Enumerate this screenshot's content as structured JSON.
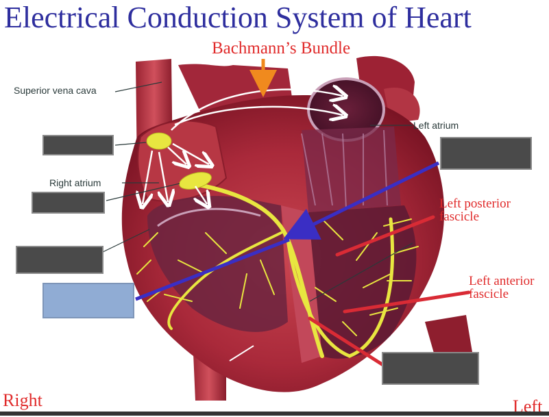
{
  "title": "Electrical Conduction System of Heart",
  "labels": {
    "bachmann": "Bachmann’s Bundle",
    "superior_vena_cava": "Superior vena cava",
    "left_atrium": "Left atrium",
    "right_atrium": "Right atrium",
    "left_posterior_fascicle_line1": "Left posterior",
    "left_posterior_fascicle_line2": "fascicle",
    "left_anterior_fascicle_line1": "Left anterior",
    "left_anterior_fascicle_line2": "fascicle",
    "right": "Right",
    "left": "Left"
  },
  "colors": {
    "title": "#2e2e9e",
    "red_label": "#e02a2a",
    "heart_tissue": "#b5303d",
    "conduction_path": "#e8e640",
    "pointer_blue": "#3a2ec4",
    "pointer_red": "#d92b35",
    "answer_box": "#4a4a4a",
    "answer_box_selected": "#90acd4",
    "bachmann_arrow": "#f08a1e"
  }
}
